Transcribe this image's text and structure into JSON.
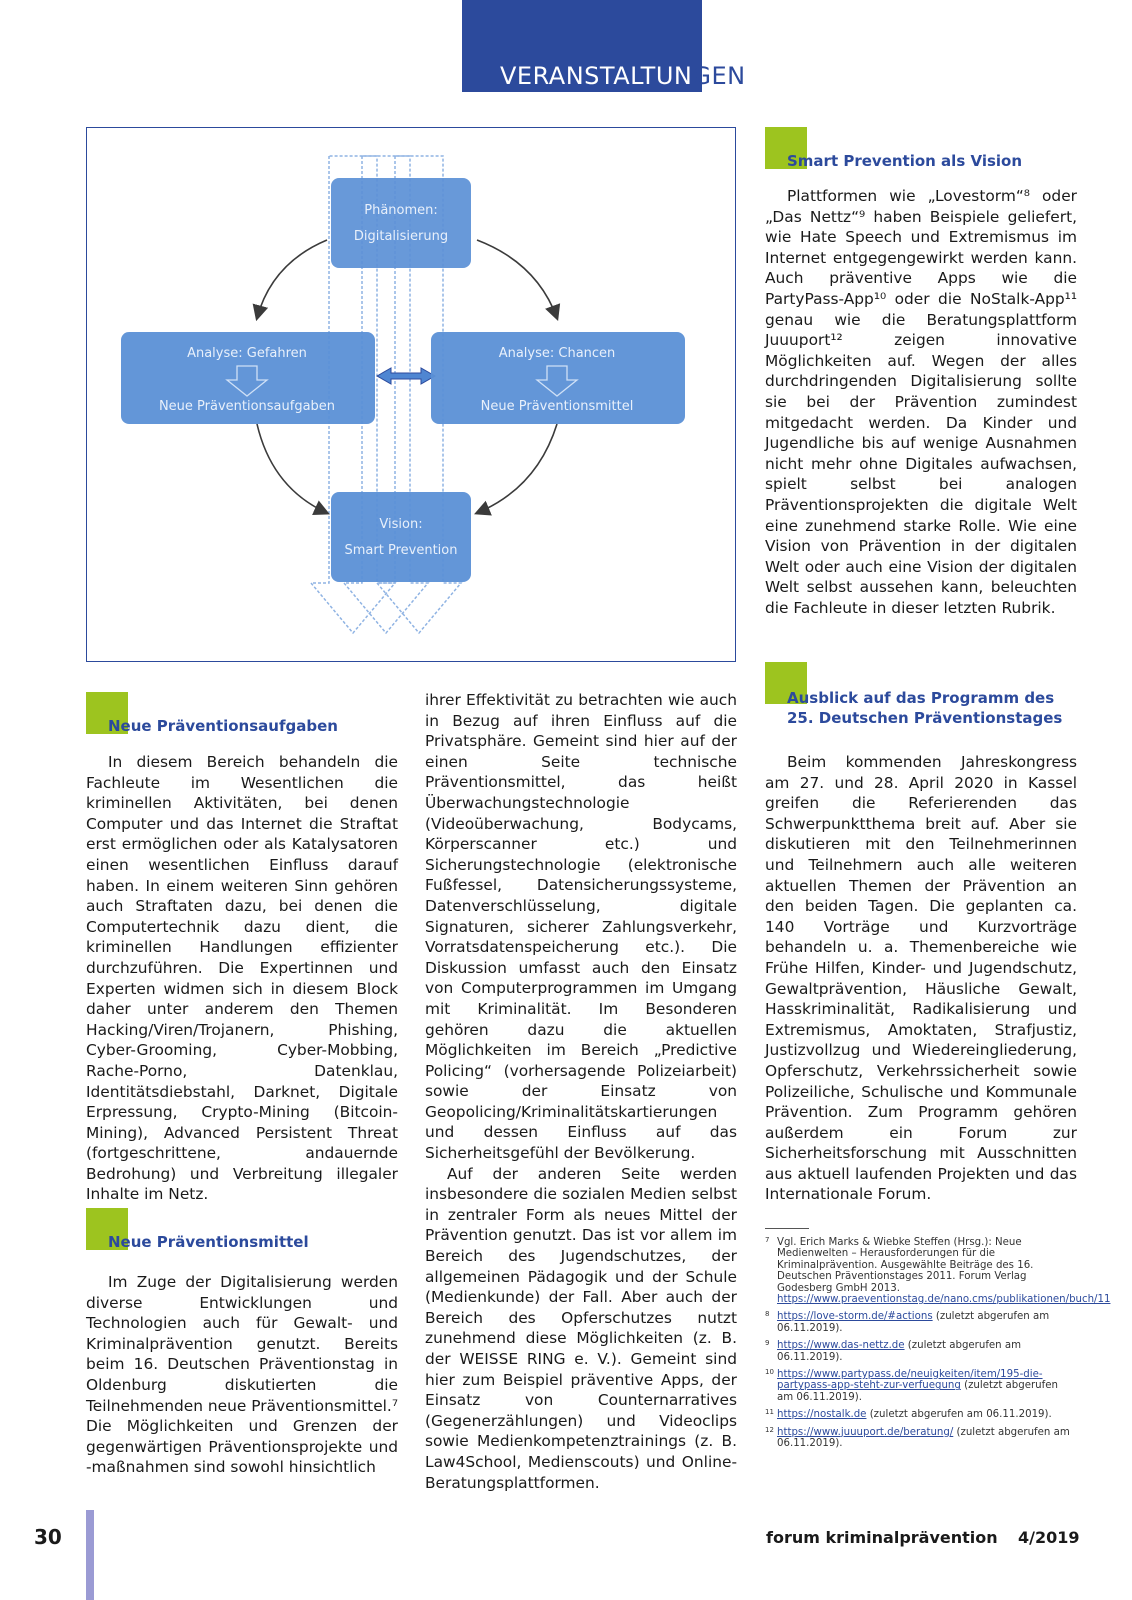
{
  "header": {
    "section_title_a": "VERANSTALTUN",
    "section_title_b": "GEN"
  },
  "figure": {
    "top_box": {
      "line1": "Phänomen:",
      "line2": "Digitalisierung"
    },
    "left_box": {
      "line1": "Analyse: Gefahren",
      "line2": "Neue Präventionsaufgaben"
    },
    "right_box": {
      "line1": "Analyse: Chancen",
      "line2": "Neue Präventionsmittel"
    },
    "bottom_box": {
      "line1": "Vision:",
      "line2": "Smart Prevention"
    },
    "colors": {
      "box": "#5b90d6",
      "box_light": "#7aa9e2",
      "arrow": "#3b3b3b",
      "outline_arrow": "#8fb3e3"
    }
  },
  "col1": {
    "heading1": "Neue Präventionsaufgaben",
    "para1": "In diesem Bereich behandeln die Fachleute im Wesentlichen die kriminellen Aktivitäten, bei denen Computer und das Internet die Straftat erst ermöglichen oder als Katalysatoren einen wesentlichen Einfluss darauf haben. In einem weiteren Sinn gehören auch Straftaten dazu, bei denen die Computertechnik dazu dient, die kriminellen Handlungen effizienter durchzuführen. Die Expertinnen und Experten widmen sich in diesem Block daher unter anderem den Themen Hacking/Viren/Trojanern, Phishing, Cyber-Grooming, Cyber-Mobbing, Rache-Porno, Datenklau, Identitätsdiebstahl, Darknet, Digitale Erpressung, Crypto-Mining (Bitcoin-Mining), Advanced Persistent Threat (fortgeschrittene, andauernde Bedrohung) und Verbreitung illegaler Inhalte im Netz.",
    "heading2": "Neue Präventionsmittel",
    "para2": "Im Zuge der Digitalisierung werden diverse Entwicklungen und Technologien auch für Gewalt- und Kriminalprävention genutzt. Bereits beim 16. Deutschen Präventionstag in Oldenburg diskutierten die Teilnehmenden neue Präventionsmittel.⁷ Die Möglichkeiten und Grenzen der gegenwärtigen Präventionsprojekte und -maßnahmen sind sowohl hinsichtlich"
  },
  "col2": {
    "para1": "ihrer Effektivität zu betrachten wie auch in Bezug auf ihren Einfluss auf die Privatsphäre. Gemeint sind hier auf der einen Seite technische Präventionsmittel, das heißt Überwachungstechnologie (Videoüberwachung, Bodycams, Körperscanner etc.) und Sicherungstechnologie (elektronische Fußfessel, Datensicherungssysteme, Datenverschlüsselung, digitale Signaturen, sicherer Zahlungsverkehr, Vorratsdatenspeicherung etc.). Die Diskussion umfasst auch den Einsatz von Computerprogrammen im Umgang mit Kriminalität. Im Besonderen gehören dazu die aktuellen Möglichkeiten im Bereich „Predictive Policing“ (vorhersagende Polizeiarbeit) sowie der Einsatz von Geopolicing/Kriminalitätskartierungen und dessen Einfluss auf das Sicherheitsgefühl der Bevölkerung.",
    "para2": "Auf der anderen Seite werden insbesondere die sozialen Medien selbst in zentraler Form als neues Mittel der Prävention genutzt. Das ist vor allem im Bereich des Jugendschutzes, der allgemeinen Pädagogik und der Schule (Medienkunde) der Fall. Aber auch der Bereich des Opferschutzes nutzt zunehmend diese Möglichkeiten (z. B. der WEISSE RING e. V.). Gemeint sind hier zum Beispiel präventive Apps, der Einsatz von Counternarratives (Gegenerzählungen) und Videoclips sowie Medienkompetenztrainings (z. B. Law4School, Medienscouts) und Online-Beratungsplattformen."
  },
  "col3": {
    "heading1": "Smart Prevention als Vision",
    "para1": "Plattformen wie „Lovestorm“⁸ oder „Das Nettz“⁹ haben Beispiele geliefert, wie Hate Speech und Extremismus im Internet entgegengewirkt werden kann. Auch präventive Apps wie die PartyPass-App¹⁰ oder die NoStalk-App¹¹ genau wie die Beratungsplattform Juuuport¹² zeigen innovative Möglichkeiten auf. Wegen der alles durchdringenden Digitalisierung sollte sie bei der Prävention zumindest mitgedacht werden. Da Kinder und Jugendliche bis auf wenige Ausnahmen nicht mehr ohne Digitales aufwachsen, spielt selbst bei analogen Präventionsprojekten die digitale Welt eine zunehmend starke Rolle. Wie eine Vision von Prävention in der digitalen Welt oder auch eine Vision der digitalen Welt selbst aussehen kann, beleuchten die Fachleute in dieser letzten Rubrik.",
    "heading2_line1": "Ausblick auf das Programm des",
    "heading2_line2": "25. Deutschen Präventionstages",
    "para2": "Beim kommenden Jahreskongress am 27. und 28. April 2020 in Kassel greifen die Referierenden das Schwerpunktthema breit auf. Aber sie diskutieren mit den Teilnehmerinnen und Teilnehmern auch alle weiteren aktuellen Themen der Prävention an den beiden Tagen. Die geplanten ca. 140 Vorträge und Kurzvorträge behandeln u. a. Themenbereiche wie Frühe Hilfen, Kinder- und Jugendschutz, Gewaltprävention, Häusliche Gewalt, Hasskriminalität, Radikalisierung und Extremismus, Amoktaten, Strafjustiz, Justizvollzug und Wiedereingliederung, Opferschutz, Verkehrssicherheit sowie Polizeiliche, Schulische und Kommunale Prävention. Zum Programm gehören außerdem ein Forum zur Sicherheitsforschung mit Ausschnitten aus aktuell laufenden Projekten und das Internationale Forum."
  },
  "footnotes": [
    {
      "num": "7",
      "text": "Vgl. Erich Marks & Wiebke Steffen (Hrsg.): Neue Medienwelten – Herausforderungen für die Kriminalprävention. Ausgewählte Beiträge des 16. Deutschen Präventionstages 2011. Forum Verlag Godesberg GmbH 2013. ",
      "link": "https://www.praeventionstag.de/nano.cms/publikationen/buch/11",
      "after": ""
    },
    {
      "num": "8",
      "text": "",
      "link": "https://love-storm.de/#actions",
      "after": " (zuletzt abgerufen am 06.11.2019)."
    },
    {
      "num": "9",
      "text": "",
      "link": "https://www.das-nettz.de",
      "after": " (zuletzt abgerufen am 06.11.2019)."
    },
    {
      "num": "10",
      "text": "",
      "link": "https://www.partypass.de/neuigkeiten/item/195-die-partypass-app-steht-zur-verfuegung",
      "after": " (zuletzt abgerufen am 06.11.2019)."
    },
    {
      "num": "11",
      "text": "",
      "link": "https://nostalk.de",
      "after": " (zuletzt abgerufen am 06.11.2019)."
    },
    {
      "num": "12",
      "text": "",
      "link": "https://www.juuuport.de/beratung/",
      "after": " (zuletzt abgerufen am 06.11.2019)."
    }
  ],
  "footer": {
    "page_number": "30",
    "publication": "forum kriminalprävention",
    "issue": "4/2019"
  }
}
